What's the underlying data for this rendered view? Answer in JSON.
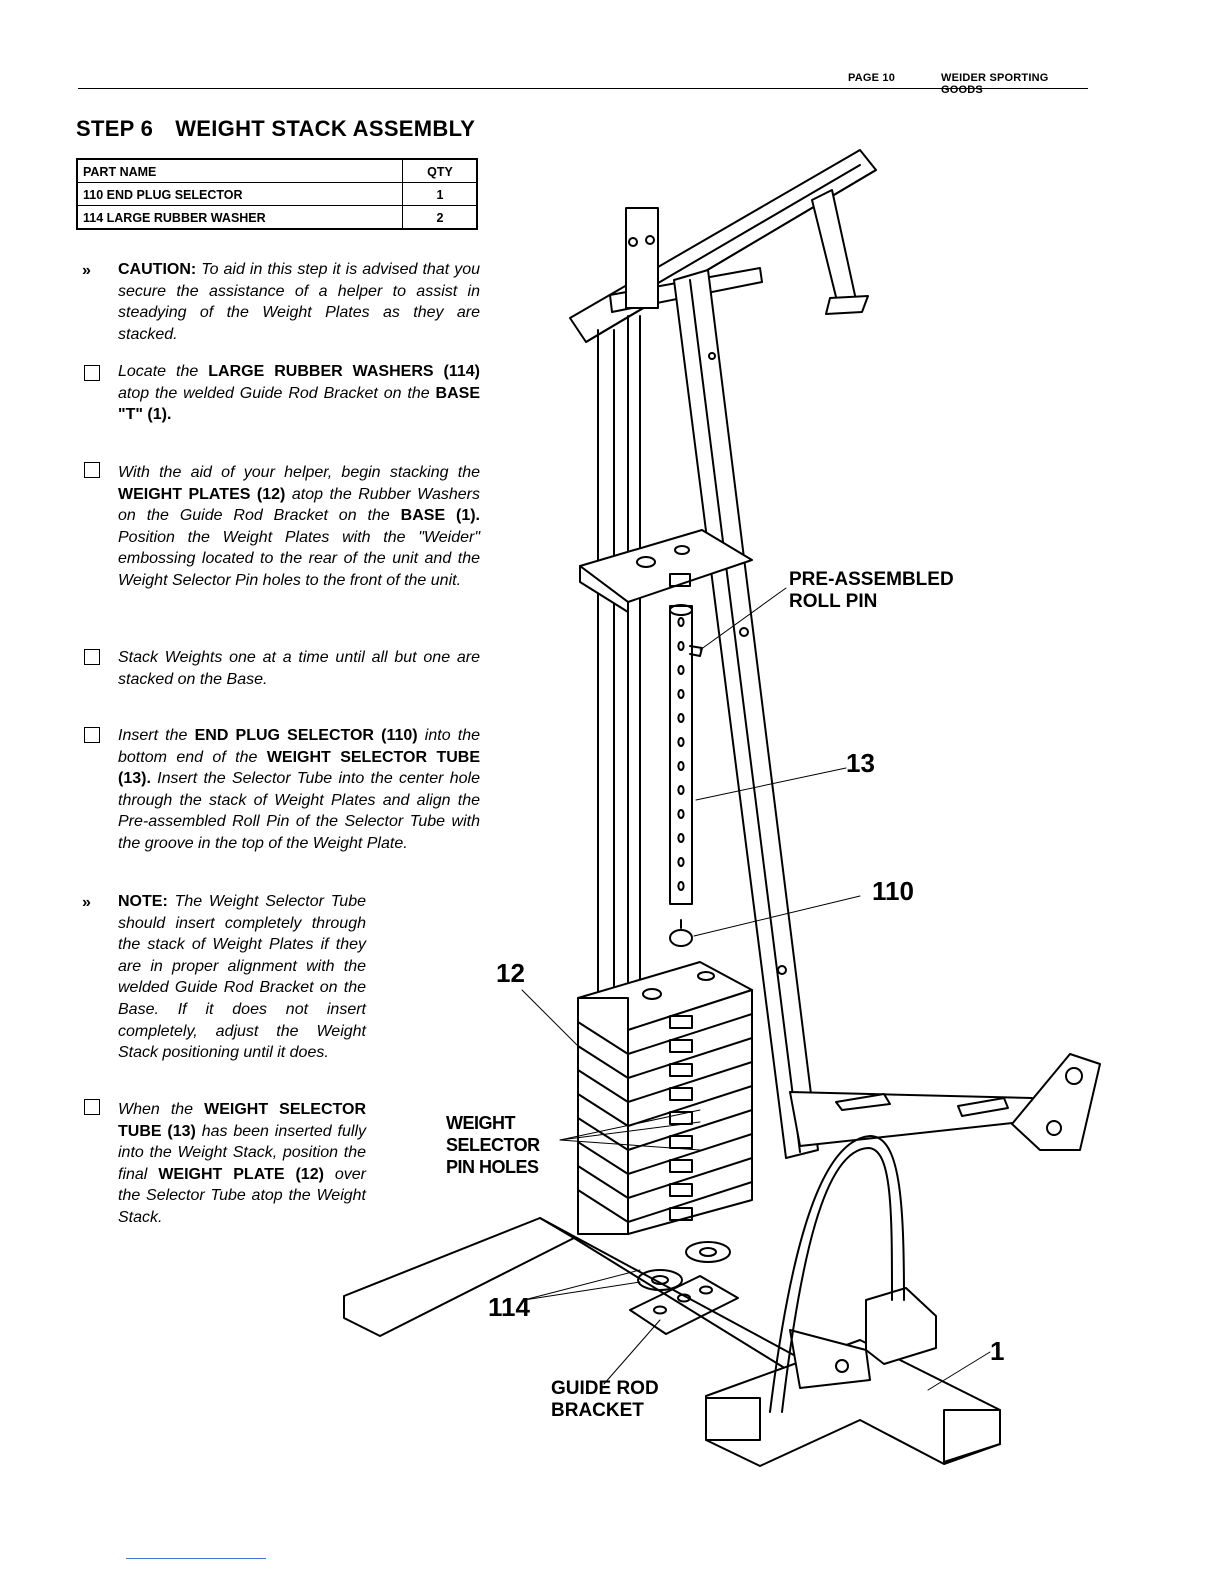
{
  "header": {
    "page_label": "PAGE  10",
    "brand": "WEIDER SPORTING GOODS"
  },
  "step": {
    "number": "STEP 6",
    "title": "WEIGHT STACK ASSEMBLY"
  },
  "parts_table": {
    "headers": [
      "PART NAME",
      "QTY"
    ],
    "rows": [
      {
        "name": "110  END PLUG SELECTOR",
        "qty": "1"
      },
      {
        "name": "114  LARGE RUBBER WASHER",
        "qty": "2"
      }
    ]
  },
  "instructions": {
    "caution_label": "CAUTION:",
    "caution_text": " To aid in this step it is advised that you secure the assistance of a helper to assist in steadying of the Weight Plates as they are stacked.",
    "step1": {
      "a": "Locate the ",
      "b": "LARGE RUBBER WASHERS (114)",
      "c": " atop the welded Guide Rod Bracket on the ",
      "d": "BASE \"T\" (1)."
    },
    "step2": {
      "a": "With the aid of your helper, begin stacking the ",
      "b": "WEIGHT PLATES (12)",
      "c": " atop the Rubber Washers on the Guide Rod Bracket on the ",
      "d": "BASE (1).",
      "e": "  Position the Weight Plates with the \"Weider\" embossing located to the rear of the unit and the Weight Selector Pin holes to the front of the unit."
    },
    "step3": "Stack Weights one at a time until all but one are stacked on the Base.",
    "step4": {
      "a": "Insert the ",
      "b": "END PLUG SELECTOR (110)",
      "c": " into the bottom end of the ",
      "d": "WEIGHT SELECTOR TUBE (13).",
      "e": "  Insert the Selector Tube into the center hole through the stack of Weight Plates and align the Pre-assembled Roll Pin of the Selector Tube with the groove in the top of the Weight Plate."
    },
    "note_label": "NOTE:",
    "note_text": " The Weight Selector Tube should insert completely through the stack of Weight Plates  if they are in proper alignment with the welded Guide Rod Bracket on the Base.  If it does not insert completely, adjust the Weight Stack positioning until it does.",
    "step5": {
      "a": "When the ",
      "b": "WEIGHT SELECTOR TUBE (13)",
      "c": " has been inserted fully into the Weight Stack, position the final ",
      "d": "WEIGHT PLATE (12)",
      "e": " over the Selector Tube atop the Weight Stack."
    }
  },
  "callouts": {
    "roll_pin": [
      "PRE-ASSEMBLED",
      "ROLL PIN"
    ],
    "tube": "13",
    "end_plug": "110",
    "plates": "12",
    "pin_holes": [
      "WEIGHT",
      "SELECTOR",
      "PIN HOLES"
    ],
    "washers": "114",
    "bracket": [
      "GUIDE ROD",
      "BRACKET"
    ],
    "base": "1"
  }
}
